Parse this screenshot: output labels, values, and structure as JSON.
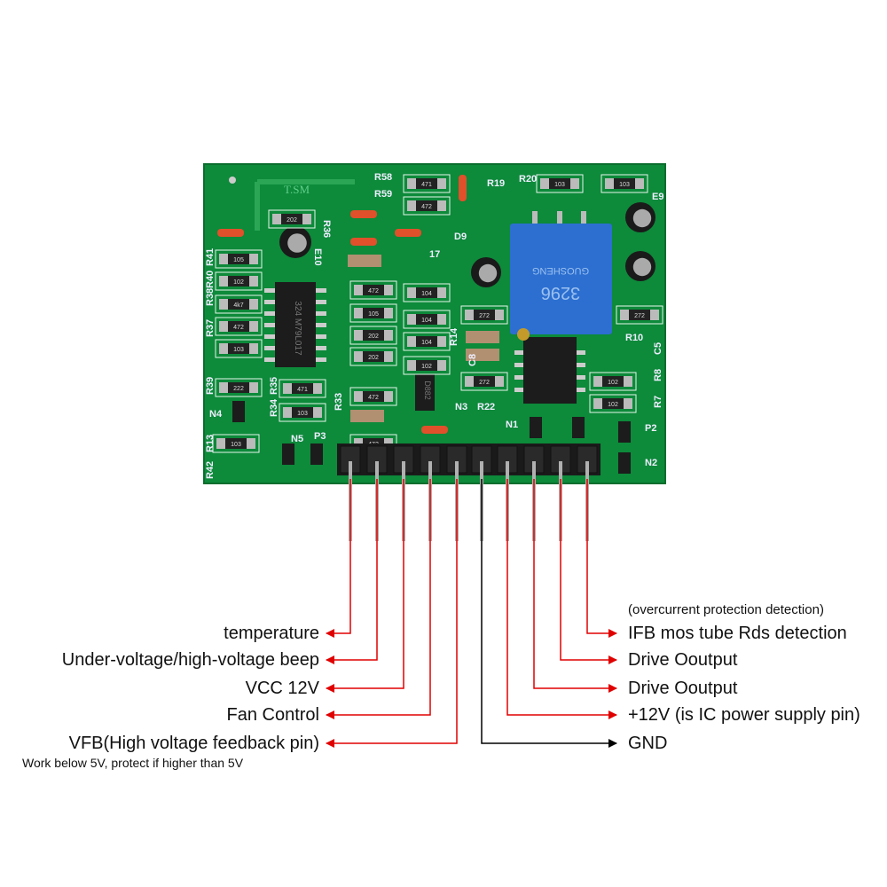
{
  "board": {
    "brand": "T.SM",
    "silkscreen": [
      "R58",
      "R59",
      "R19",
      "R20",
      "R36",
      "D9",
      "E10",
      "17",
      "R41",
      "R40",
      "R38",
      "R37",
      "R39",
      "R35",
      "R34",
      "N4",
      "R13",
      "R42",
      "N5",
      "P3",
      "R33",
      "N3",
      "R22",
      "C8",
      "R14",
      "N1",
      "R10",
      "C5",
      "R8",
      "R7",
      "P2",
      "N2",
      "E9"
    ],
    "resistor_codes": [
      "471",
      "472",
      "103",
      "103",
      "103",
      "202",
      "105",
      "102",
      "4k7",
      "472",
      "472",
      "105",
      "202",
      "202",
      "104",
      "104",
      "102",
      "272",
      "272",
      "222",
      "471",
      "103",
      "472",
      "104",
      "103",
      "472",
      "272",
      "102",
      "102"
    ],
    "ic_main": [
      "324",
      "M79L017"
    ],
    "transistor": "D882",
    "potentiometer": [
      "GUOSHENG",
      "3296"
    ],
    "colors": {
      "pcb": "#0d8a3a",
      "wire_signal": "#e00000",
      "wire_gnd": "#000000"
    }
  },
  "pins_left": [
    {
      "label": "temperature"
    },
    {
      "label": "Under-voltage/high-voltage beep"
    },
    {
      "label": "VCC 12V"
    },
    {
      "label": "Fan Control"
    },
    {
      "label": "VFB(High voltage feedback pin)"
    }
  ],
  "vfb_note": "Work below 5V, protect if higher than 5V",
  "pins_right": [
    {
      "label": "IFB mos tube Rds detection"
    },
    {
      "label": "Drive Ooutput"
    },
    {
      "label": "Drive Ooutput"
    },
    {
      "label": "+12V (is IC power supply pin)"
    },
    {
      "label": "GND"
    }
  ],
  "ifb_note": "(overcurrent protection detection)"
}
